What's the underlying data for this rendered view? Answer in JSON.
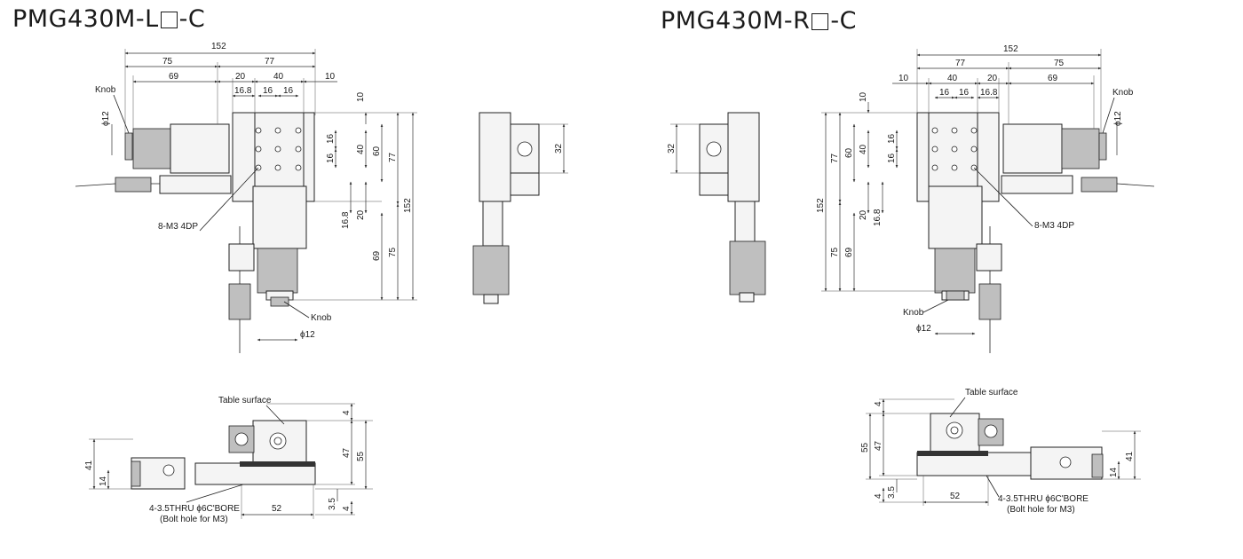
{
  "titles": {
    "left_prefix": "PMG430M-L",
    "left_suffix": "-C",
    "right_prefix": "PMG430M-R",
    "right_suffix": "-C"
  },
  "labels": {
    "knob": "Knob",
    "holes": "8-M3 4DP",
    "table_surface": "Table surface",
    "thru_bore": "4-3.5THRU ϕ6C'BORE",
    "bolt_note": "(Bolt hole for M3)",
    "phi12": "ϕ12"
  },
  "dims": {
    "d152": "152",
    "d75": "75",
    "d77": "77",
    "d69": "69",
    "d20": "20",
    "d40": "40",
    "d10": "10",
    "d16_8": "16.8",
    "d16": "16",
    "d60": "60",
    "d32": "32",
    "d4": "4",
    "d47": "47",
    "d55": "55",
    "d41": "41",
    "d14": "14",
    "d3_5": "3.5",
    "d52": "52"
  }
}
